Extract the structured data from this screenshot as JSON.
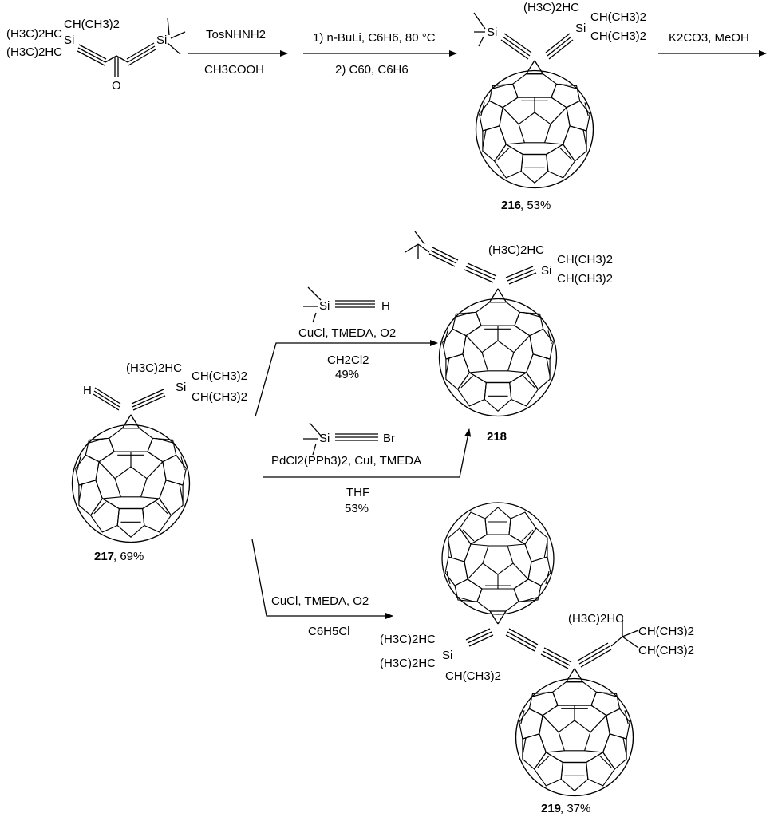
{
  "starting_material": {
    "group_top": "CH(CH3)2",
    "group_left1": "(H3C)2HC",
    "group_left2": "(H3C)2HC",
    "si_left": "Si",
    "si_right": "Si",
    "carbonyl_o": "O"
  },
  "step1": {
    "above": "TosNHNH2",
    "below": "CH3COOH"
  },
  "step2": {
    "line1": "1) n-BuLi, C6H6, 80 °C",
    "line2": "2) C60, C6H6"
  },
  "step3": {
    "above": "K2CO3, MeOH"
  },
  "compound_216": {
    "si_tms": "Si",
    "group_a": "(H3C)2HC",
    "group_b": "CH(CH3)2",
    "si_tips": "Si",
    "group_c": "CH(CH3)2",
    "number": "216",
    "yield": ", 53%"
  },
  "compound_217": {
    "h": "H",
    "group_a": "(H3C)2HC",
    "group_b": "CH(CH3)2",
    "si": "Si",
    "group_c": "CH(CH3)2",
    "number": "217",
    "yield": ", 69%"
  },
  "route_a": {
    "reagent_si": "Si",
    "reagent_h": "H",
    "line1": "CuCl, TMEDA, O2",
    "line2": "CH2Cl2",
    "line3": "49%"
  },
  "route_b": {
    "reagent_si": "Si",
    "reagent_br": "Br",
    "line1": "PdCl2(PPh3)2, CuI, TMEDA",
    "line2": "THF",
    "line3": "53%"
  },
  "route_c": {
    "line1": "CuCl, TMEDA, O2",
    "line2": "C6H5Cl"
  },
  "compound_218": {
    "group_a": "(H3C)2HC",
    "group_b": "CH(CH3)2",
    "si": "Si",
    "group_c": "CH(CH3)2",
    "number": "218"
  },
  "compound_219": {
    "left_group_a": "(H3C)2HC",
    "left_si": "Si",
    "left_group_b": "(H3C)2HC",
    "left_group_c": "CH(CH3)2",
    "right_group_a": "(H3C)2HC",
    "right_group_b": "CH(CH3)2",
    "right_group_c": "CH(CH3)2",
    "number": "219",
    "yield": ", 37%"
  }
}
